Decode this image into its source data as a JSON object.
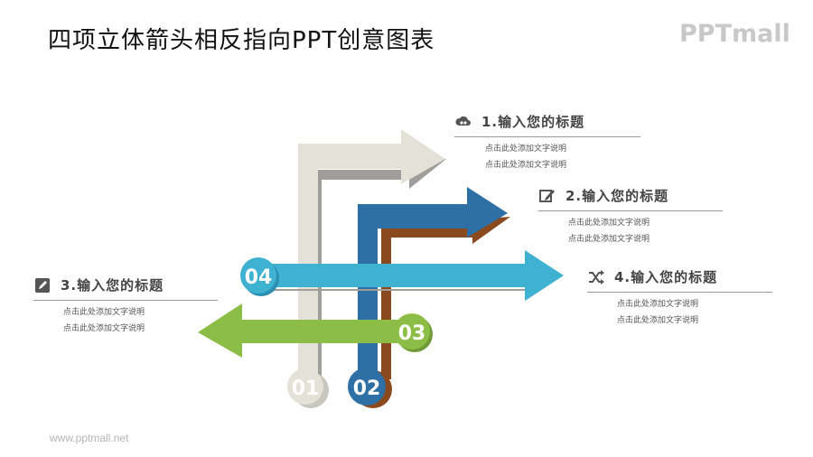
{
  "header": {
    "title": "四项立体箭头相反指向PPT创意图表",
    "brand": "PPTmall"
  },
  "footer": {
    "url": "www.pptmall.net"
  },
  "diagram": {
    "colors": {
      "beige": "#e4e1d8",
      "blue": "#2e6fa6",
      "brown": "#8b4a1e",
      "cyan": "#3fb2d2",
      "green": "#8cbe47",
      "gray": "#a09e9a"
    },
    "badges": [
      "01",
      "02",
      "03",
      "04"
    ]
  },
  "items": [
    {
      "heading": "1.输入您的标题",
      "icon": "cloud-icon",
      "lines": [
        "点击此处添加文字说明",
        "点击此处添加文字说明"
      ]
    },
    {
      "heading": "2.输入您的标题",
      "icon": "edit-icon",
      "lines": [
        "点击此处添加文字说明",
        "点击此处添加文字说明"
      ]
    },
    {
      "heading": "3.输入您的标题",
      "icon": "pencil-icon",
      "lines": [
        "点击此处添加文字说明",
        "点击此处添加文字说明"
      ]
    },
    {
      "heading": "4.输入您的标题",
      "icon": "shuffle-icon",
      "lines": [
        "点击此处添加文字说明",
        "点击此处添加文字说明"
      ]
    }
  ]
}
